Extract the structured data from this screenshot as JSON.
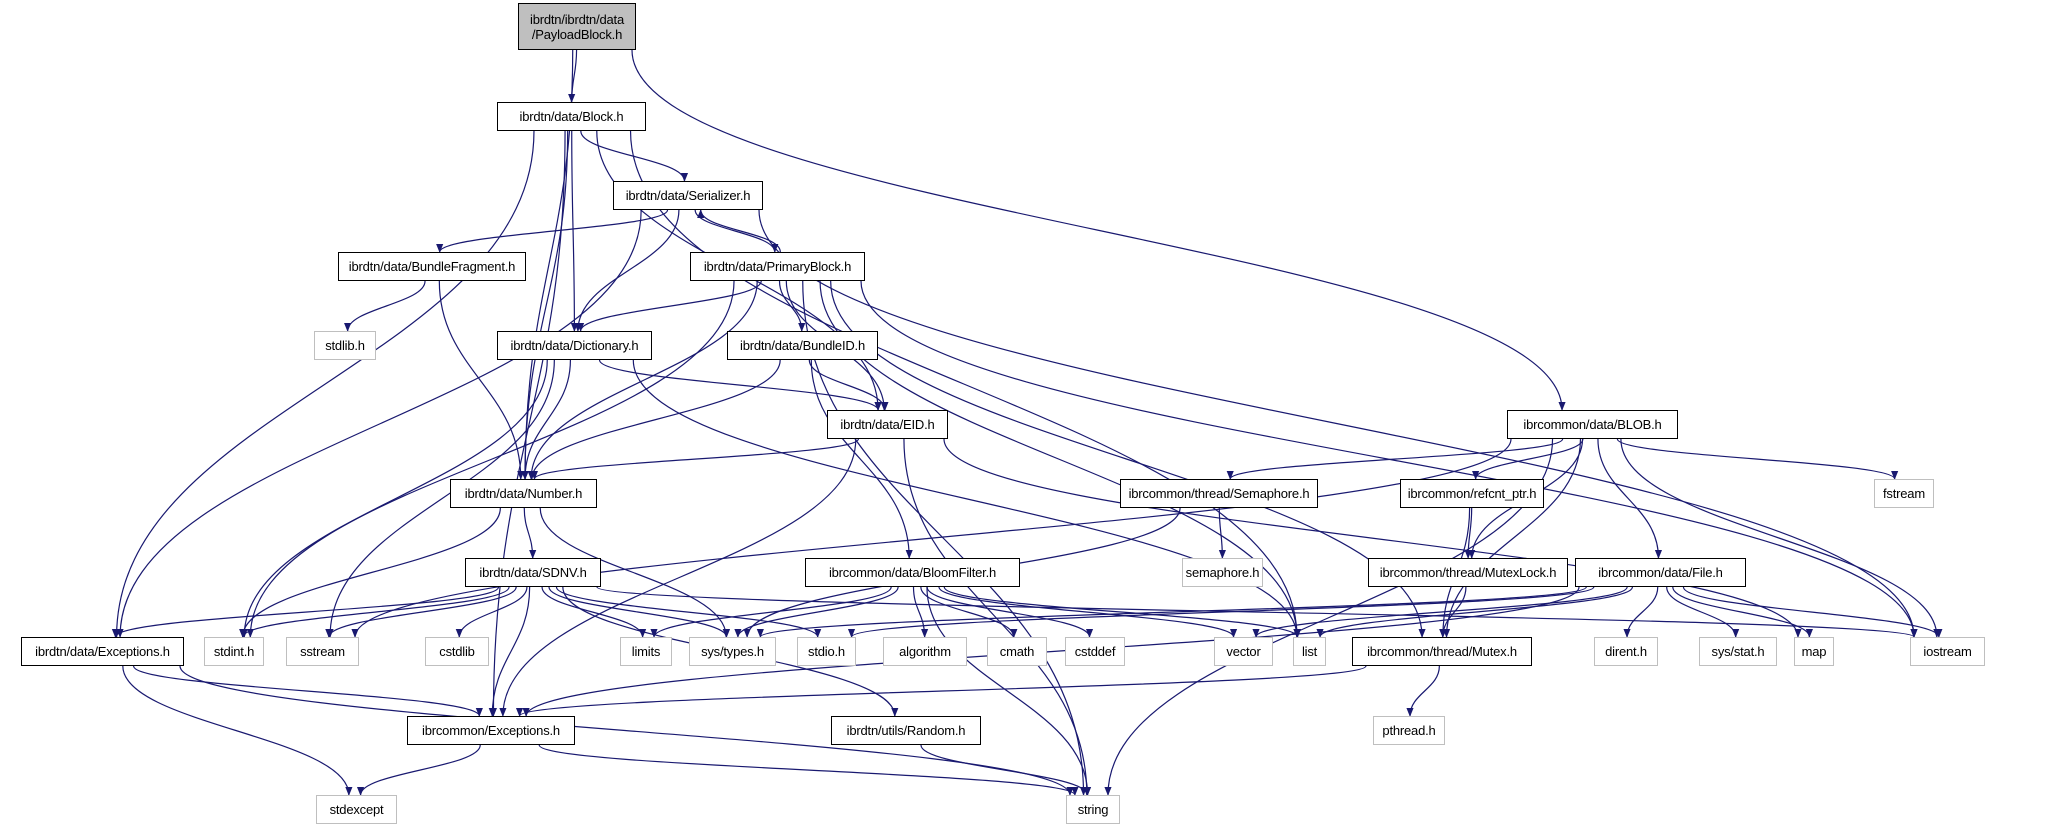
{
  "graph": {
    "edge_color": "#191970",
    "focus_fill": "#bfbfbf",
    "internal_border": "#000000",
    "system_border": "#bfbfbf",
    "nodes": [
      {
        "id": "payload",
        "label": "ibrdtn/ibrdtn/data\n/PayloadBlock.h",
        "kind": "focus"
      },
      {
        "id": "block",
        "label": "ibrdtn/data/Block.h",
        "kind": "internal"
      },
      {
        "id": "serializer",
        "label": "ibrdtn/data/Serializer.h",
        "kind": "internal"
      },
      {
        "id": "bundlefragment",
        "label": "ibrdtn/data/BundleFragment.h",
        "kind": "internal"
      },
      {
        "id": "primary",
        "label": "ibrdtn/data/PrimaryBlock.h",
        "kind": "internal"
      },
      {
        "id": "stdlib",
        "label": "stdlib.h",
        "kind": "system"
      },
      {
        "id": "dictionary",
        "label": "ibrdtn/data/Dictionary.h",
        "kind": "internal"
      },
      {
        "id": "bundleid",
        "label": "ibrdtn/data/BundleID.h",
        "kind": "internal"
      },
      {
        "id": "eid",
        "label": "ibrdtn/data/EID.h",
        "kind": "internal"
      },
      {
        "id": "blob",
        "label": "ibrcommon/data/BLOB.h",
        "kind": "internal"
      },
      {
        "id": "number",
        "label": "ibrdtn/data/Number.h",
        "kind": "internal"
      },
      {
        "id": "semaphore",
        "label": "ibrcommon/thread/Semaphore.h",
        "kind": "internal"
      },
      {
        "id": "refcnt",
        "label": "ibrcommon/refcnt_ptr.h",
        "kind": "internal"
      },
      {
        "id": "fstream",
        "label": "fstream",
        "kind": "system"
      },
      {
        "id": "semaphoreh",
        "label": "semaphore.h",
        "kind": "system"
      },
      {
        "id": "mutexlock",
        "label": "ibrcommon/thread/MutexLock.h",
        "kind": "internal"
      },
      {
        "id": "file",
        "label": "ibrcommon/data/File.h",
        "kind": "internal"
      },
      {
        "id": "sdnv",
        "label": "ibrdtn/data/SDNV.h",
        "kind": "internal"
      },
      {
        "id": "bloom",
        "label": "ibrcommon/data/BloomFilter.h",
        "kind": "internal"
      },
      {
        "id": "dexc",
        "label": "ibrdtn/data/Exceptions.h",
        "kind": "internal"
      },
      {
        "id": "stdint",
        "label": "stdint.h",
        "kind": "system"
      },
      {
        "id": "sstream",
        "label": "sstream",
        "kind": "system"
      },
      {
        "id": "cstdlib",
        "label": "cstdlib",
        "kind": "system"
      },
      {
        "id": "limits",
        "label": "limits",
        "kind": "system"
      },
      {
        "id": "systypes",
        "label": "sys/types.h",
        "kind": "system"
      },
      {
        "id": "stdio",
        "label": "stdio.h",
        "kind": "system"
      },
      {
        "id": "algorithm",
        "label": "algorithm",
        "kind": "system"
      },
      {
        "id": "cmath",
        "label": "cmath",
        "kind": "system"
      },
      {
        "id": "cstddef",
        "label": "cstddef",
        "kind": "system"
      },
      {
        "id": "vector",
        "label": "vector",
        "kind": "system"
      },
      {
        "id": "list",
        "label": "list",
        "kind": "system"
      },
      {
        "id": "mutex",
        "label": "ibrcommon/thread/Mutex.h",
        "kind": "internal"
      },
      {
        "id": "dirent",
        "label": "dirent.h",
        "kind": "system"
      },
      {
        "id": "sysstat",
        "label": "sys/stat.h",
        "kind": "system"
      },
      {
        "id": "map",
        "label": "map",
        "kind": "system"
      },
      {
        "id": "iostream",
        "label": "iostream",
        "kind": "system"
      },
      {
        "id": "cexc",
        "label": "ibrcommon/Exceptions.h",
        "kind": "internal"
      },
      {
        "id": "random",
        "label": "ibrdtn/utils/Random.h",
        "kind": "internal"
      },
      {
        "id": "pthread",
        "label": "pthread.h",
        "kind": "system"
      },
      {
        "id": "stdexcept",
        "label": "stdexcept",
        "kind": "system"
      },
      {
        "id": "string",
        "label": "string",
        "kind": "system"
      }
    ],
    "edges": [
      [
        "payload",
        "block"
      ],
      [
        "payload",
        "number"
      ],
      [
        "payload",
        "blob"
      ],
      [
        "block",
        "serializer"
      ],
      [
        "block",
        "dictionary"
      ],
      [
        "block",
        "number"
      ],
      [
        "block",
        "eid"
      ],
      [
        "block",
        "dexc"
      ],
      [
        "block",
        "cexc"
      ],
      [
        "block",
        "list"
      ],
      [
        "serializer",
        "bundlefragment"
      ],
      [
        "serializer",
        "primary"
      ],
      [
        "serializer",
        "dictionary"
      ],
      [
        "serializer",
        "dexc"
      ],
      [
        "serializer",
        "iostream"
      ],
      [
        "primary",
        "serializer"
      ],
      [
        "primary",
        "dictionary"
      ],
      [
        "primary",
        "bundleid"
      ],
      [
        "primary",
        "eid"
      ],
      [
        "primary",
        "number"
      ],
      [
        "primary",
        "stdint"
      ],
      [
        "primary",
        "string"
      ],
      [
        "primary",
        "iostream"
      ],
      [
        "primary",
        "list"
      ],
      [
        "primary",
        "mutex"
      ],
      [
        "bundlefragment",
        "stdlib"
      ],
      [
        "bundlefragment",
        "number"
      ],
      [
        "dictionary",
        "number"
      ],
      [
        "dictionary",
        "eid"
      ],
      [
        "dictionary",
        "stdint"
      ],
      [
        "dictionary",
        "sstream"
      ],
      [
        "dictionary",
        "list"
      ],
      [
        "bundleid",
        "eid"
      ],
      [
        "bundleid",
        "number"
      ],
      [
        "bundleid",
        "bloom"
      ],
      [
        "eid",
        "number"
      ],
      [
        "eid",
        "cexc"
      ],
      [
        "eid",
        "map"
      ],
      [
        "eid",
        "string"
      ],
      [
        "blob",
        "semaphore"
      ],
      [
        "blob",
        "refcnt"
      ],
      [
        "blob",
        "mutexlock"
      ],
      [
        "blob",
        "mutex"
      ],
      [
        "blob",
        "file"
      ],
      [
        "blob",
        "fstream"
      ],
      [
        "blob",
        "iostream"
      ],
      [
        "blob",
        "sstream"
      ],
      [
        "blob",
        "string"
      ],
      [
        "number",
        "sdnv"
      ],
      [
        "number",
        "stdint"
      ],
      [
        "number",
        "systypes"
      ],
      [
        "semaphore",
        "semaphoreh"
      ],
      [
        "semaphore",
        "systypes"
      ],
      [
        "refcnt",
        "mutexlock"
      ],
      [
        "refcnt",
        "mutex"
      ],
      [
        "mutexlock",
        "mutex"
      ],
      [
        "mutex",
        "pthread"
      ],
      [
        "mutex",
        "cexc"
      ],
      [
        "file",
        "dirent"
      ],
      [
        "file",
        "sysstat"
      ],
      [
        "file",
        "map"
      ],
      [
        "file",
        "iostream"
      ],
      [
        "file",
        "list"
      ],
      [
        "file",
        "vector"
      ],
      [
        "file",
        "stdio"
      ],
      [
        "file",
        "systypes"
      ],
      [
        "file",
        "cexc"
      ],
      [
        "sdnv",
        "dexc"
      ],
      [
        "sdnv",
        "stdint"
      ],
      [
        "sdnv",
        "sstream"
      ],
      [
        "sdnv",
        "cstdlib"
      ],
      [
        "sdnv",
        "limits"
      ],
      [
        "sdnv",
        "systypes"
      ],
      [
        "sdnv",
        "stdio"
      ],
      [
        "sdnv",
        "cexc"
      ],
      [
        "sdnv",
        "random"
      ],
      [
        "sdnv",
        "iostream"
      ],
      [
        "bloom",
        "systypes"
      ],
      [
        "bloom",
        "algorithm"
      ],
      [
        "bloom",
        "cmath"
      ],
      [
        "bloom",
        "cstddef"
      ],
      [
        "bloom",
        "vector"
      ],
      [
        "bloom",
        "list"
      ],
      [
        "bloom",
        "string"
      ],
      [
        "bloom",
        "limits"
      ],
      [
        "dexc",
        "cexc"
      ],
      [
        "dexc",
        "stdexcept"
      ],
      [
        "dexc",
        "string"
      ],
      [
        "cexc",
        "stdexcept"
      ],
      [
        "cexc",
        "string"
      ],
      [
        "random",
        "string"
      ]
    ]
  }
}
